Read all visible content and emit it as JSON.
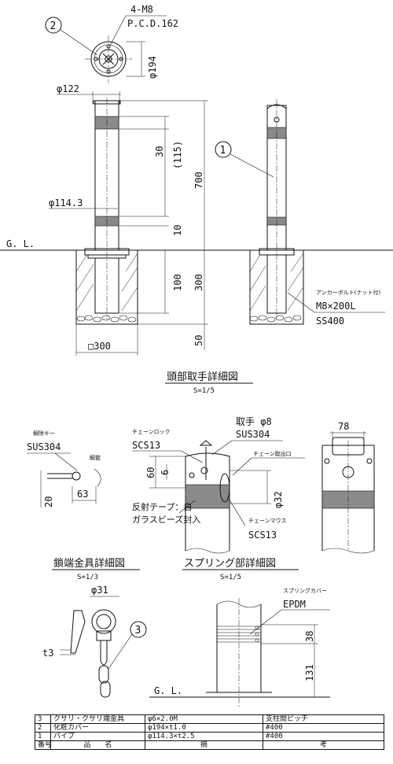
{
  "top_view": {
    "balloon": "2",
    "bolts": "4-M8",
    "pcd": "P.C.D.162",
    "diameter": "φ194"
  },
  "front_view": {
    "dia_top": "φ122",
    "dia_post": "φ114.3",
    "dim_30": "30",
    "dim_115": "(115)",
    "dim_700": "700",
    "dim_10": "10",
    "dim_100": "100",
    "dim_300": "300",
    "dim_50": "50",
    "base": "□300",
    "gl": "G. L."
  },
  "side_view": {
    "balloon": "1",
    "anchor_label": "アンカーボルト(ナット付)",
    "anchor_size": "M8×200L",
    "anchor_material": "SS400"
  },
  "head_detail": {
    "title": "頭部取手詳細図",
    "scale": "S=1/5",
    "release_key": "解除キー",
    "release_key_mat": "SUS304",
    "unlock": "解錠",
    "dim_20": "20",
    "dim_63": "63",
    "chain_lock": "チェーンロック",
    "chain_lock_mat": "SCS13",
    "handle": "取手 φ8",
    "handle_mat": "SUS304",
    "chain_outlet": "チェーン取出口",
    "dim_60": "60",
    "dim_6": "6",
    "dim_32": "φ32",
    "reflect_tape": "反射テープ：白",
    "glass_beads": "ガラスビーズ封入",
    "chain_mouse": "チェーンマウス",
    "chain_mouse_mat": "SCS13",
    "dim_78": "78"
  },
  "lock_detail": {
    "title": "鎖端金具詳細図",
    "scale": "S=1/3",
    "dim_31": "φ31",
    "dim_t3": "t3",
    "balloon": "3"
  },
  "spring_detail": {
    "title": "スプリング部詳細図",
    "scale": "S=1/5",
    "cover_label": "スプリングカバー",
    "cover_mat": "EPDM",
    "dim_38": "38",
    "dim_131": "131",
    "gl": "G. L."
  },
  "parts_table": {
    "rows": [
      {
        "no": "3",
        "name": "クサリ・クサリ端金具",
        "spec": "φ6×2.0M",
        "note": "支柱間ピッチ"
      },
      {
        "no": "2",
        "name": "化粧カバー",
        "spec": "φ194×t1.0",
        "note": "#400"
      },
      {
        "no": "1",
        "name": "パイプ",
        "spec": "φ114.3×t2.5",
        "note": "#400"
      }
    ],
    "header": {
      "no": "番号",
      "name": "品　　名",
      "spec": "摘",
      "note": "考"
    }
  }
}
